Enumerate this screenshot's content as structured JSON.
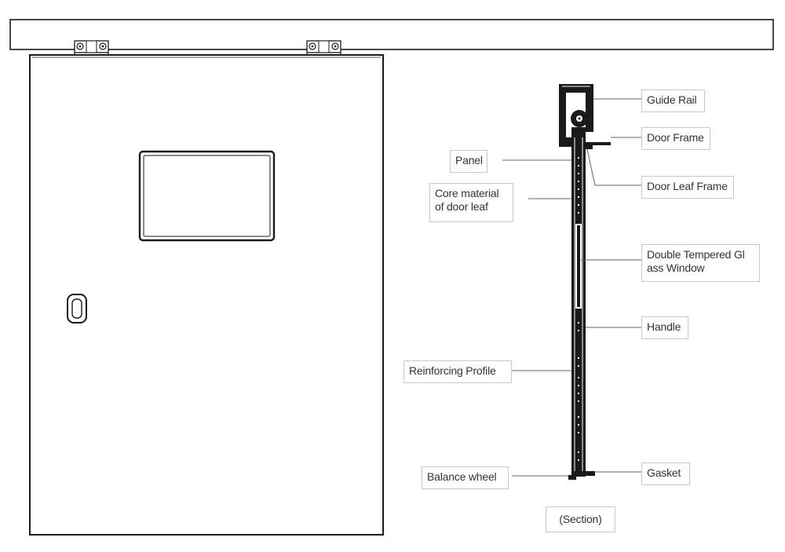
{
  "diagram": {
    "labels": {
      "guide_rail": "Guide Rail",
      "door_frame": "Door Frame",
      "panel": "Panel",
      "door_leaf_frame": "Door Leaf Frame",
      "core_material": "Core material of door leaf",
      "double_glass_window": "Double Tempered Gl ass Window",
      "handle": "Handle",
      "reinforcing_profile": "Reinforcing Profile",
      "balance_wheel": "Balance wheel",
      "gasket": "Gasket",
      "section": "(Section)"
    },
    "colors": {
      "line": "#1a1a1a",
      "leader": "#666666",
      "label_border": "#c9c9c9",
      "label_text": "#333333"
    }
  }
}
